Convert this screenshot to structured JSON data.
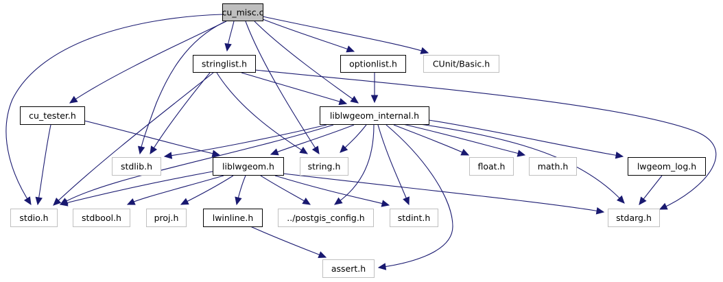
{
  "diagram": {
    "type": "include-dependency-graph",
    "root": "cu_misc.c",
    "colors": {
      "edge": "#191970",
      "root_fill": "#bfbfbf",
      "root_border": "#000000",
      "documented_border": "#000000",
      "external_border": "#bfbfbf",
      "node_fill": "#ffffff"
    },
    "nodes": [
      {
        "id": "cu_misc",
        "label": "cu_misc.c",
        "kind": "root"
      },
      {
        "id": "stringlist",
        "label": "stringlist.h",
        "kind": "documented"
      },
      {
        "id": "optionlist",
        "label": "optionlist.h",
        "kind": "documented"
      },
      {
        "id": "cunit",
        "label": "CUnit/Basic.h",
        "kind": "external"
      },
      {
        "id": "cu_tester",
        "label": "cu_tester.h",
        "kind": "documented"
      },
      {
        "id": "internal",
        "label": "liblwgeom_internal.h",
        "kind": "documented"
      },
      {
        "id": "stdlib",
        "label": "stdlib.h",
        "kind": "external"
      },
      {
        "id": "liblwgeom",
        "label": "liblwgeom.h",
        "kind": "documented"
      },
      {
        "id": "string",
        "label": "string.h",
        "kind": "external"
      },
      {
        "id": "float",
        "label": "float.h",
        "kind": "external"
      },
      {
        "id": "math",
        "label": "math.h",
        "kind": "external"
      },
      {
        "id": "lwgeom_log",
        "label": "lwgeom_log.h",
        "kind": "documented"
      },
      {
        "id": "stdio",
        "label": "stdio.h",
        "kind": "external"
      },
      {
        "id": "stdbool",
        "label": "stdbool.h",
        "kind": "external"
      },
      {
        "id": "proj",
        "label": "proj.h",
        "kind": "external"
      },
      {
        "id": "lwinline",
        "label": "lwinline.h",
        "kind": "documented"
      },
      {
        "id": "postgis_config",
        "label": "../postgis_config.h",
        "kind": "external"
      },
      {
        "id": "stdint",
        "label": "stdint.h",
        "kind": "external"
      },
      {
        "id": "stdarg",
        "label": "stdarg.h",
        "kind": "external"
      },
      {
        "id": "assert",
        "label": "assert.h",
        "kind": "external"
      }
    ],
    "edges": [
      {
        "from": "cu_misc",
        "to": "stdio"
      },
      {
        "from": "cu_misc",
        "to": "cu_tester"
      },
      {
        "from": "cu_misc",
        "to": "stdlib"
      },
      {
        "from": "cu_misc",
        "to": "stringlist"
      },
      {
        "from": "cu_misc",
        "to": "string"
      },
      {
        "from": "cu_misc",
        "to": "internal"
      },
      {
        "from": "cu_misc",
        "to": "optionlist"
      },
      {
        "from": "cu_misc",
        "to": "cunit"
      },
      {
        "from": "stringlist",
        "to": "stdio"
      },
      {
        "from": "stringlist",
        "to": "stdlib"
      },
      {
        "from": "stringlist",
        "to": "string"
      },
      {
        "from": "stringlist",
        "to": "internal"
      },
      {
        "from": "stringlist",
        "to": "stdarg"
      },
      {
        "from": "optionlist",
        "to": "internal"
      },
      {
        "from": "cu_tester",
        "to": "stdio"
      },
      {
        "from": "cu_tester",
        "to": "liblwgeom"
      },
      {
        "from": "internal",
        "to": "stdlib"
      },
      {
        "from": "internal",
        "to": "stdio"
      },
      {
        "from": "internal",
        "to": "liblwgeom"
      },
      {
        "from": "internal",
        "to": "string"
      },
      {
        "from": "internal",
        "to": "postgis_config"
      },
      {
        "from": "internal",
        "to": "stdint"
      },
      {
        "from": "internal",
        "to": "assert"
      },
      {
        "from": "internal",
        "to": "float"
      },
      {
        "from": "internal",
        "to": "math"
      },
      {
        "from": "internal",
        "to": "lwgeom_log"
      },
      {
        "from": "internal",
        "to": "stdarg"
      },
      {
        "from": "liblwgeom",
        "to": "stdio"
      },
      {
        "from": "liblwgeom",
        "to": "stdbool"
      },
      {
        "from": "liblwgeom",
        "to": "proj"
      },
      {
        "from": "liblwgeom",
        "to": "lwinline"
      },
      {
        "from": "liblwgeom",
        "to": "postgis_config"
      },
      {
        "from": "liblwgeom",
        "to": "stdint"
      },
      {
        "from": "liblwgeom",
        "to": "stdarg"
      },
      {
        "from": "lwgeom_log",
        "to": "stdarg"
      },
      {
        "from": "lwinline",
        "to": "assert"
      }
    ]
  }
}
